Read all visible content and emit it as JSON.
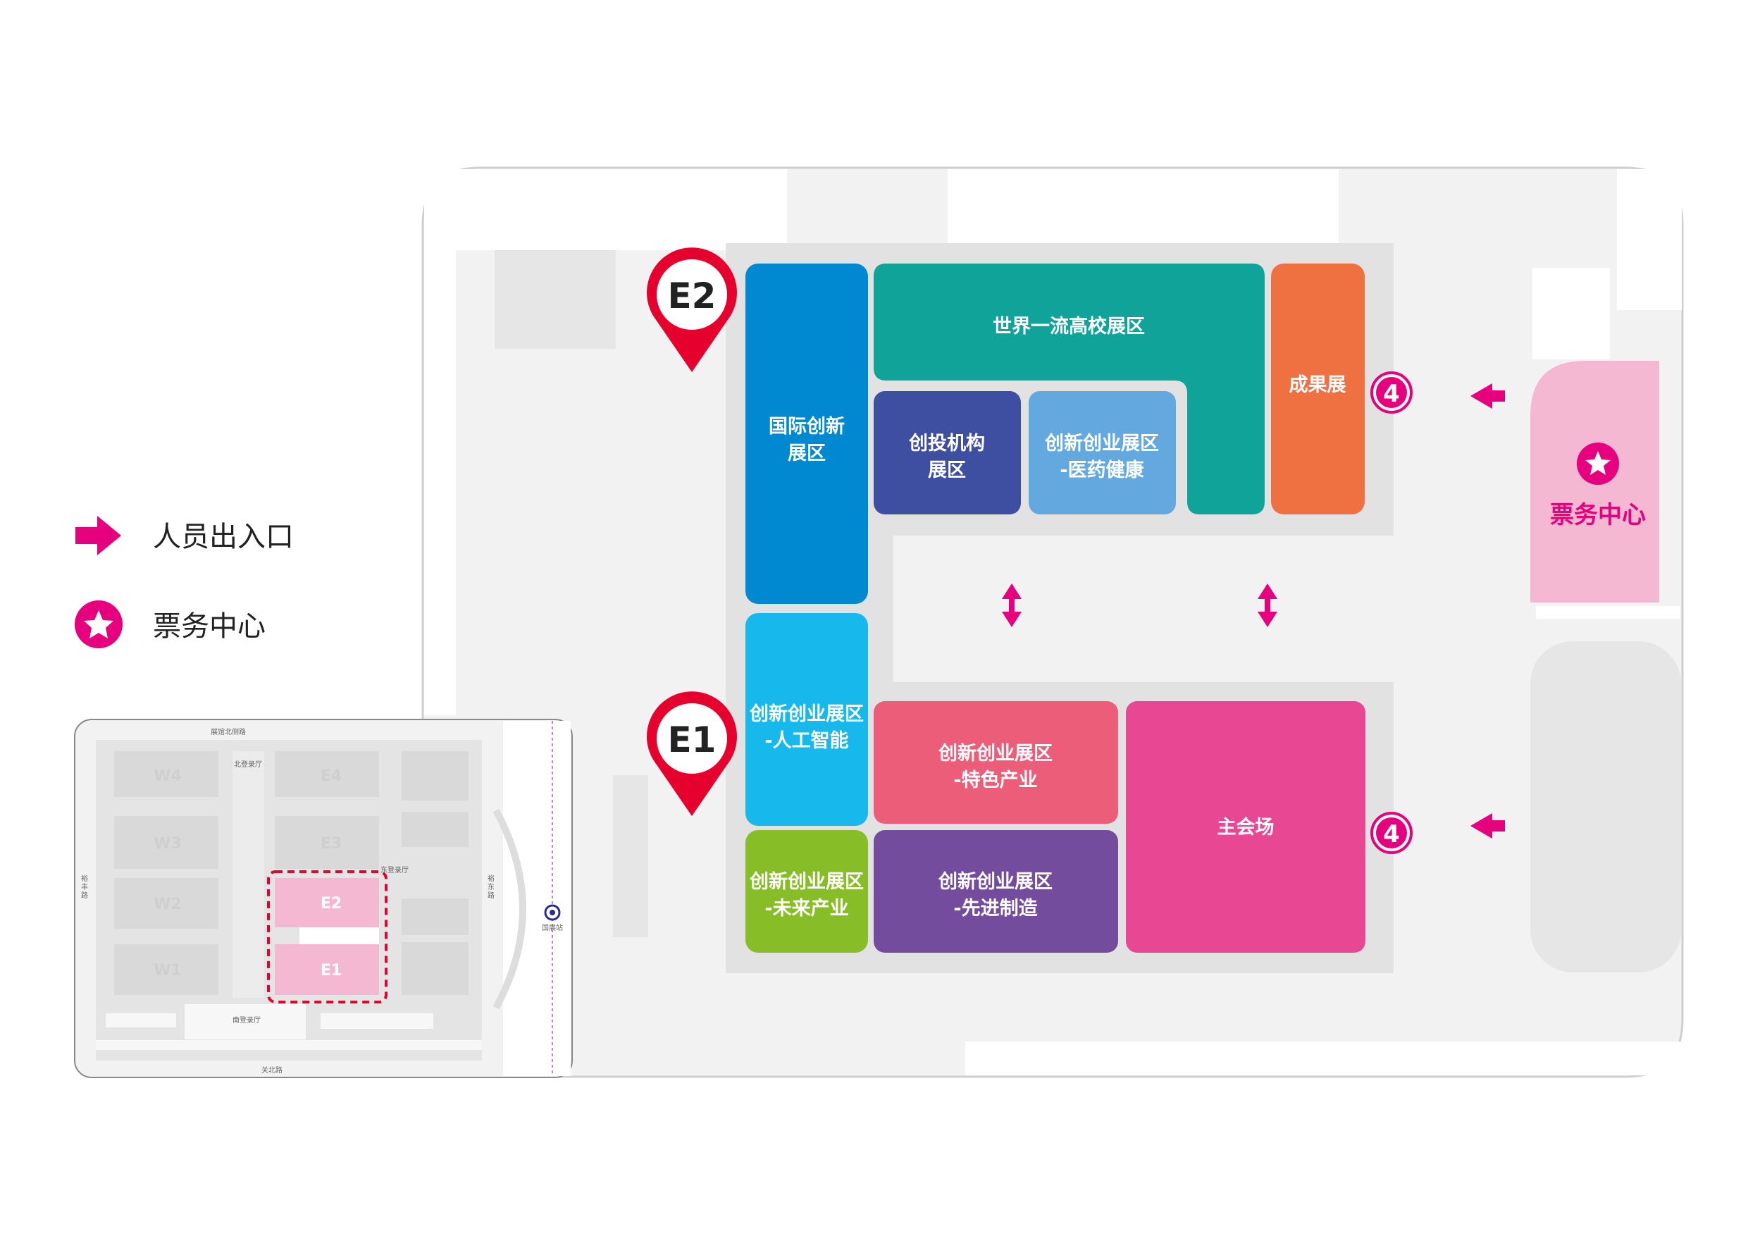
{
  "legend": {
    "entrance_label": "人员出入口",
    "ticket_label": "票务中心"
  },
  "colors": {
    "accent": "#e6007e",
    "pin_red": "#e5002d",
    "ticket_pink": "#f4b8d3"
  },
  "pins": {
    "e2": "E2",
    "e1": "E1"
  },
  "entrances": {
    "upper": "4",
    "lower": "4"
  },
  "ticket_center": {
    "label": "票务中心",
    "icon": "star-icon"
  },
  "zones": {
    "intl": [
      "国际创新",
      "展区"
    ],
    "world": "世界一流高校展区",
    "results": "成果展",
    "vc": [
      "创投机构",
      "展区"
    ],
    "pharma": [
      "创新创业展区",
      "-医药健康"
    ],
    "ai": [
      "创新创业展区",
      "-人工智能"
    ],
    "feature": [
      "创新创业展区",
      "-特色产业"
    ],
    "main": "主会场",
    "future": [
      "创新创业展区",
      "-未来产业"
    ],
    "advanced": [
      "创新创业展区",
      "-先进制造"
    ]
  },
  "minimap": {
    "halls_w": [
      "W4",
      "W3",
      "W2",
      "W1"
    ],
    "halls_e": [
      "E4",
      "E3"
    ],
    "halls_hl": [
      "E2",
      "E1"
    ],
    "roads": {
      "top": "展馆北侧路",
      "bottom": "关北路",
      "left": [
        "裕",
        "丰",
        "路"
      ],
      "right": [
        "裕",
        "东",
        "路"
      ],
      "north_hall": "北登录厅",
      "south_hall": "南登录厅",
      "east_hall": "东登录厅",
      "station": "国展站"
    }
  }
}
